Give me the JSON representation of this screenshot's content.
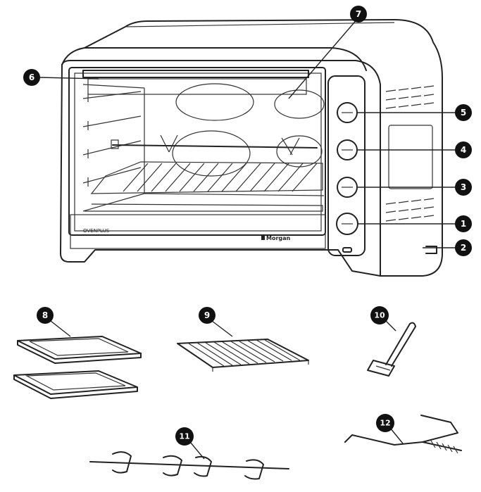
{
  "labels": {
    "oven_model_text": "OVENPLUS",
    "oven_brand_text": "Morgan"
  },
  "callouts": [
    "1",
    "2",
    "3",
    "4",
    "5",
    "6",
    "7",
    "8",
    "9",
    "10",
    "11",
    "12"
  ],
  "colors": {
    "line": "#222222",
    "badge": "#111111"
  }
}
